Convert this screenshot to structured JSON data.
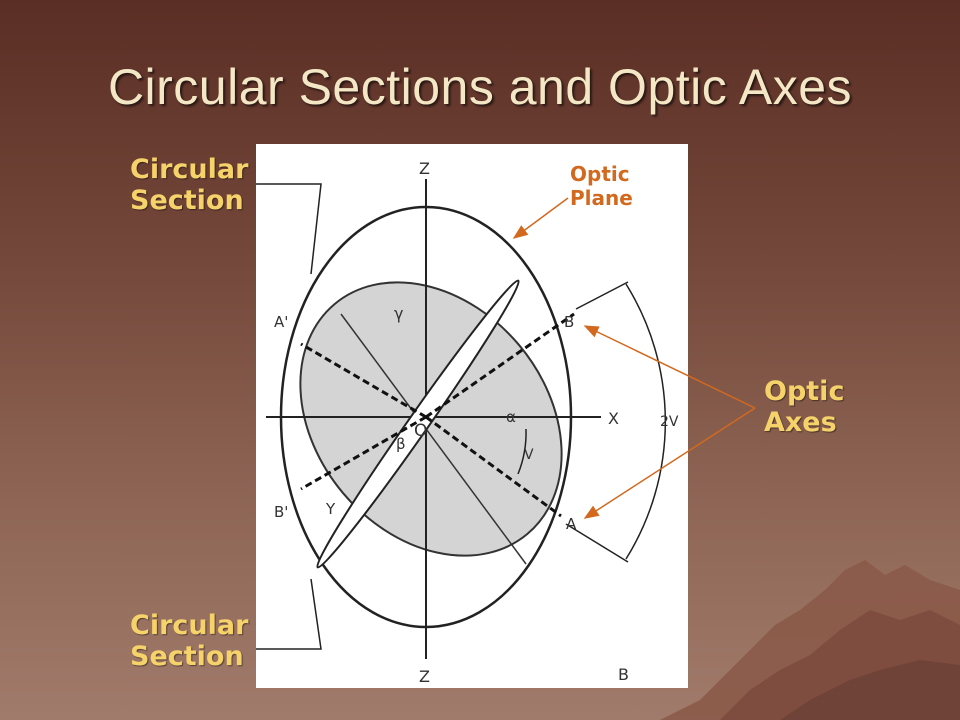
{
  "title": "Circular Sections and Optic Axes",
  "callouts": {
    "circular_section_top": "Circular\nSection",
    "circular_section_bottom": "Circular\nSection",
    "optic_plane": "Optic\nPlane",
    "optic_axes": "Optic\nAxes"
  },
  "diagram_labels": {
    "z_top": "Z",
    "z_bottom": "Z",
    "x_axis": "X",
    "origin": "O",
    "a_prime": "A'",
    "b_prime": "B'",
    "a": "A",
    "b": "B",
    "gamma_upper": "γ",
    "y_lower": "Y",
    "alpha": "α",
    "beta": "β",
    "v_angle": "V",
    "two_v": "2V",
    "figure_tag": "B"
  },
  "colors": {
    "callout_text": "#f6d26a",
    "callout_orange": "#d2691e",
    "title_text": "#f3e7c6",
    "leader_arrow": "#d2691e"
  }
}
